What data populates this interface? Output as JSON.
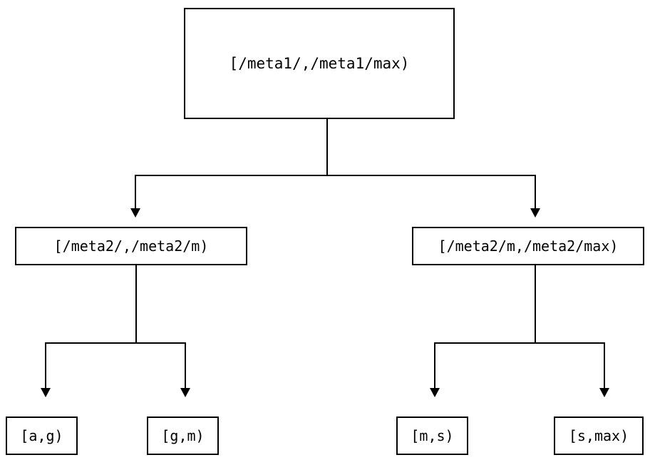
{
  "diagram": {
    "type": "tree",
    "orientation": "top-down",
    "background_color": "#ffffff",
    "line_color": "#000000",
    "text_color": "#000000",
    "nodes": {
      "root": {
        "label": "[/meta1/,/meta1/max)",
        "level": 0
      },
      "mid_left": {
        "label": "[/meta2/,/meta2/m)",
        "level": 1
      },
      "mid_right": {
        "label": "[/meta2/m,/meta2/max)",
        "level": 1
      },
      "leaf_1": {
        "label": "[a,g)",
        "level": 2
      },
      "leaf_2": {
        "label": "[g,m)",
        "level": 2
      },
      "leaf_3": {
        "label": "[m,s)",
        "level": 2
      },
      "leaf_4": {
        "label": "[s,max)",
        "level": 2
      }
    },
    "edges": [
      {
        "from": "root",
        "to": "mid_left",
        "arrow": "down"
      },
      {
        "from": "root",
        "to": "mid_right",
        "arrow": "down"
      },
      {
        "from": "mid_left",
        "to": "leaf_1",
        "arrow": "down"
      },
      {
        "from": "mid_left",
        "to": "leaf_2",
        "arrow": "down"
      },
      {
        "from": "mid_right",
        "to": "leaf_3",
        "arrow": "down"
      },
      {
        "from": "mid_right",
        "to": "leaf_4",
        "arrow": "down"
      }
    ]
  }
}
